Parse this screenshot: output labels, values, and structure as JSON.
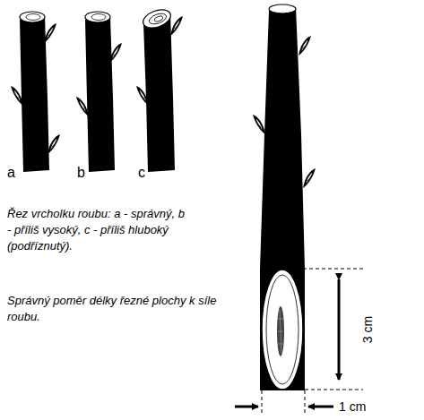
{
  "diagram": {
    "labels": [
      "a",
      "b",
      "c",
      "Řez vrcholku roubu: a - správný, b - příliš vysoký, c - příliš hluboký (podříznutý).",
      "Správný poměr délky řezné plochy k síle roubu.",
      "3 cm",
      "1 cm"
    ]
  }
}
